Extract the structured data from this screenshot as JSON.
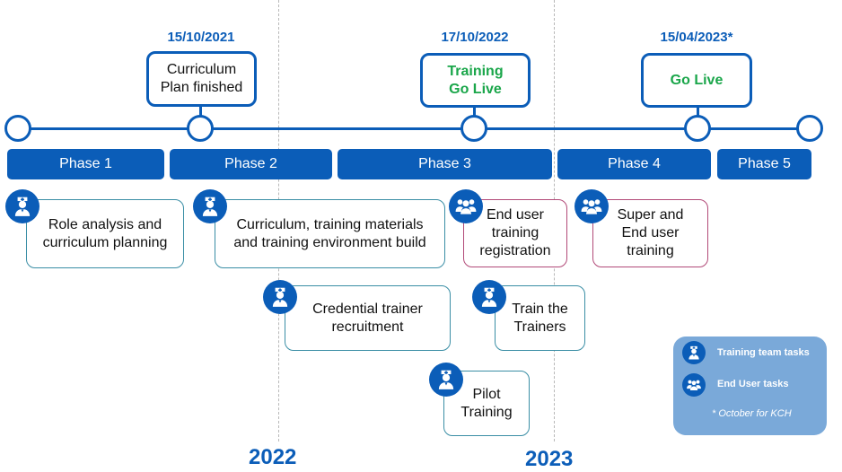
{
  "years": [
    "2022",
    "2023"
  ],
  "milestones": [
    {
      "date": "15/10/2021",
      "label_line1": "Curriculum",
      "label_line2": "Plan finished",
      "style": "normal"
    },
    {
      "date": "17/10/2022",
      "label_line1": "Training",
      "label_line2": "Go Live",
      "style": "green"
    },
    {
      "date": "15/04/2023*",
      "label_line1": "Go Live",
      "label_line2": "",
      "style": "green"
    }
  ],
  "phases": [
    "Phase 1",
    "Phase 2",
    "Phase 3",
    "Phase 4",
    "Phase 5"
  ],
  "tasks": [
    {
      "line1": "Role analysis and",
      "line2": "curriculum planning",
      "line3": "",
      "type": "training-team",
      "icon": "nurse-icon"
    },
    {
      "line1": "Curriculum, training materials",
      "line2": "and training environment build",
      "line3": "",
      "type": "training-team",
      "icon": "nurse-icon"
    },
    {
      "line1": "Credential trainer",
      "line2": "recruitment",
      "line3": "",
      "type": "training-team",
      "icon": "nurse-icon"
    },
    {
      "line1": "Pilot",
      "line2": "Training",
      "line3": "",
      "type": "training-team",
      "icon": "nurse-icon"
    },
    {
      "line1": "End user",
      "line2": "training",
      "line3": "registration",
      "type": "end-user",
      "icon": "group-icon"
    },
    {
      "line1": "Train the",
      "line2": "Trainers",
      "line3": "",
      "type": "training-team",
      "icon": "nurse-icon"
    },
    {
      "line1": "Super and",
      "line2": "End user",
      "line3": "training",
      "type": "end-user",
      "icon": "group-icon"
    }
  ],
  "legend": {
    "training_team": "Training team tasks",
    "end_user": "End User tasks",
    "note": "* October for KCH"
  },
  "colors": {
    "primary_blue": "#0b5db8",
    "go_live_green": "#1aa64a",
    "training_team_border": "#3a8ea5",
    "end_user_border": "#b24a78",
    "legend_bg": "#7aa9d9"
  }
}
